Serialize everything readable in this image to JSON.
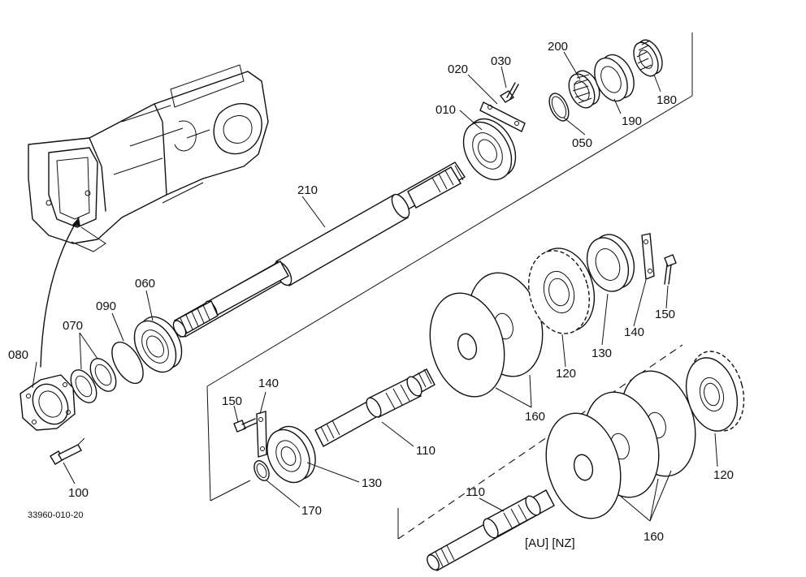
{
  "figure_code": "33960-010-20",
  "variant_note": "[AU] [NZ]",
  "callouts": {
    "p010": "010",
    "p020": "020",
    "p030": "030",
    "p050": "050",
    "p060": "060",
    "p070": "070",
    "p080": "080",
    "p090": "090",
    "p100": "100",
    "p110a": "110",
    "p110b": "110",
    "p120a": "120",
    "p120b": "120",
    "p130a": "130",
    "p130b": "130",
    "p140a": "140",
    "p140b": "140",
    "p150a": "150",
    "p150b": "150",
    "p160a": "160",
    "p160b": "160",
    "p170": "170",
    "p180": "180",
    "p190": "190",
    "p200": "200",
    "p210": "210"
  }
}
